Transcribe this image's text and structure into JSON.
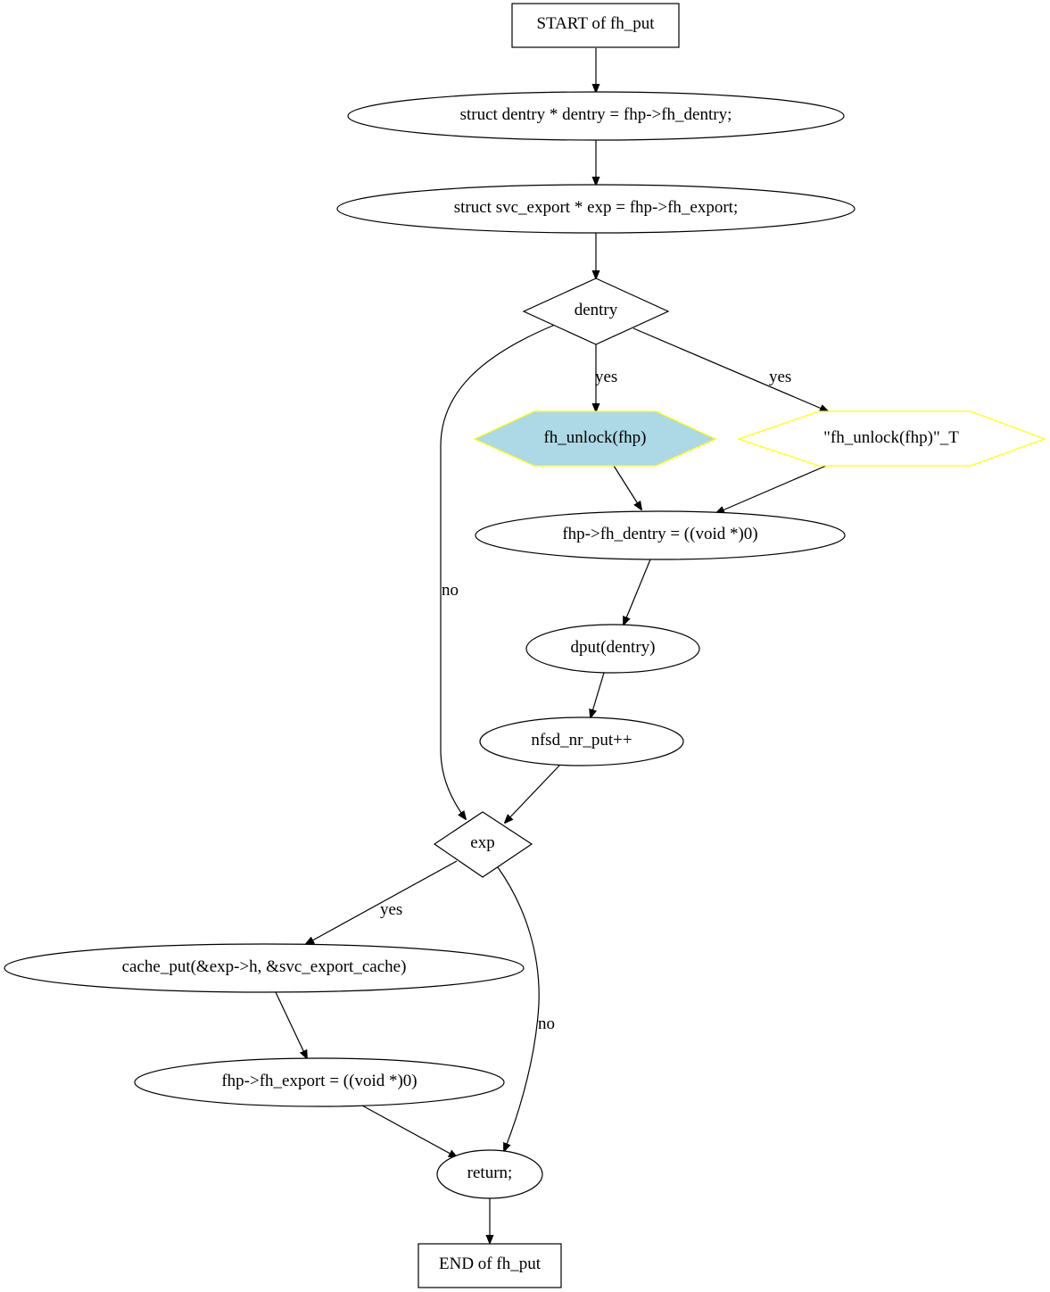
{
  "nodes": {
    "start": "START of fh_put",
    "decl_dentry": "struct dentry * dentry = fhp->fh_dentry;",
    "decl_exp": "struct svc_export * exp = fhp->fh_export;",
    "cond_dentry": "dentry",
    "fh_unlock": "fh_unlock(fhp)",
    "fh_unlock_str": "\"fh_unlock(fhp)\"_T",
    "assign_dentry_null": "fhp->fh_dentry = ((void *)0)",
    "dput": "dput(dentry)",
    "nfsd_nr_put": "nfsd_nr_put++",
    "cond_exp": "exp",
    "cache_put": "cache_put(&exp->h, &svc_export_cache)",
    "assign_export_null": "fhp->fh_export = ((void *)0)",
    "return": "return;",
    "end": "END of fh_put"
  },
  "edge_labels": {
    "dentry_yes_left": "yes",
    "dentry_yes_right": "yes",
    "dentry_no": "no",
    "exp_yes": "yes",
    "exp_no": "no"
  },
  "colors": {
    "highlight_fill": "#add8e6",
    "highlight_stroke": "#ffff00",
    "outline": "#000000"
  }
}
